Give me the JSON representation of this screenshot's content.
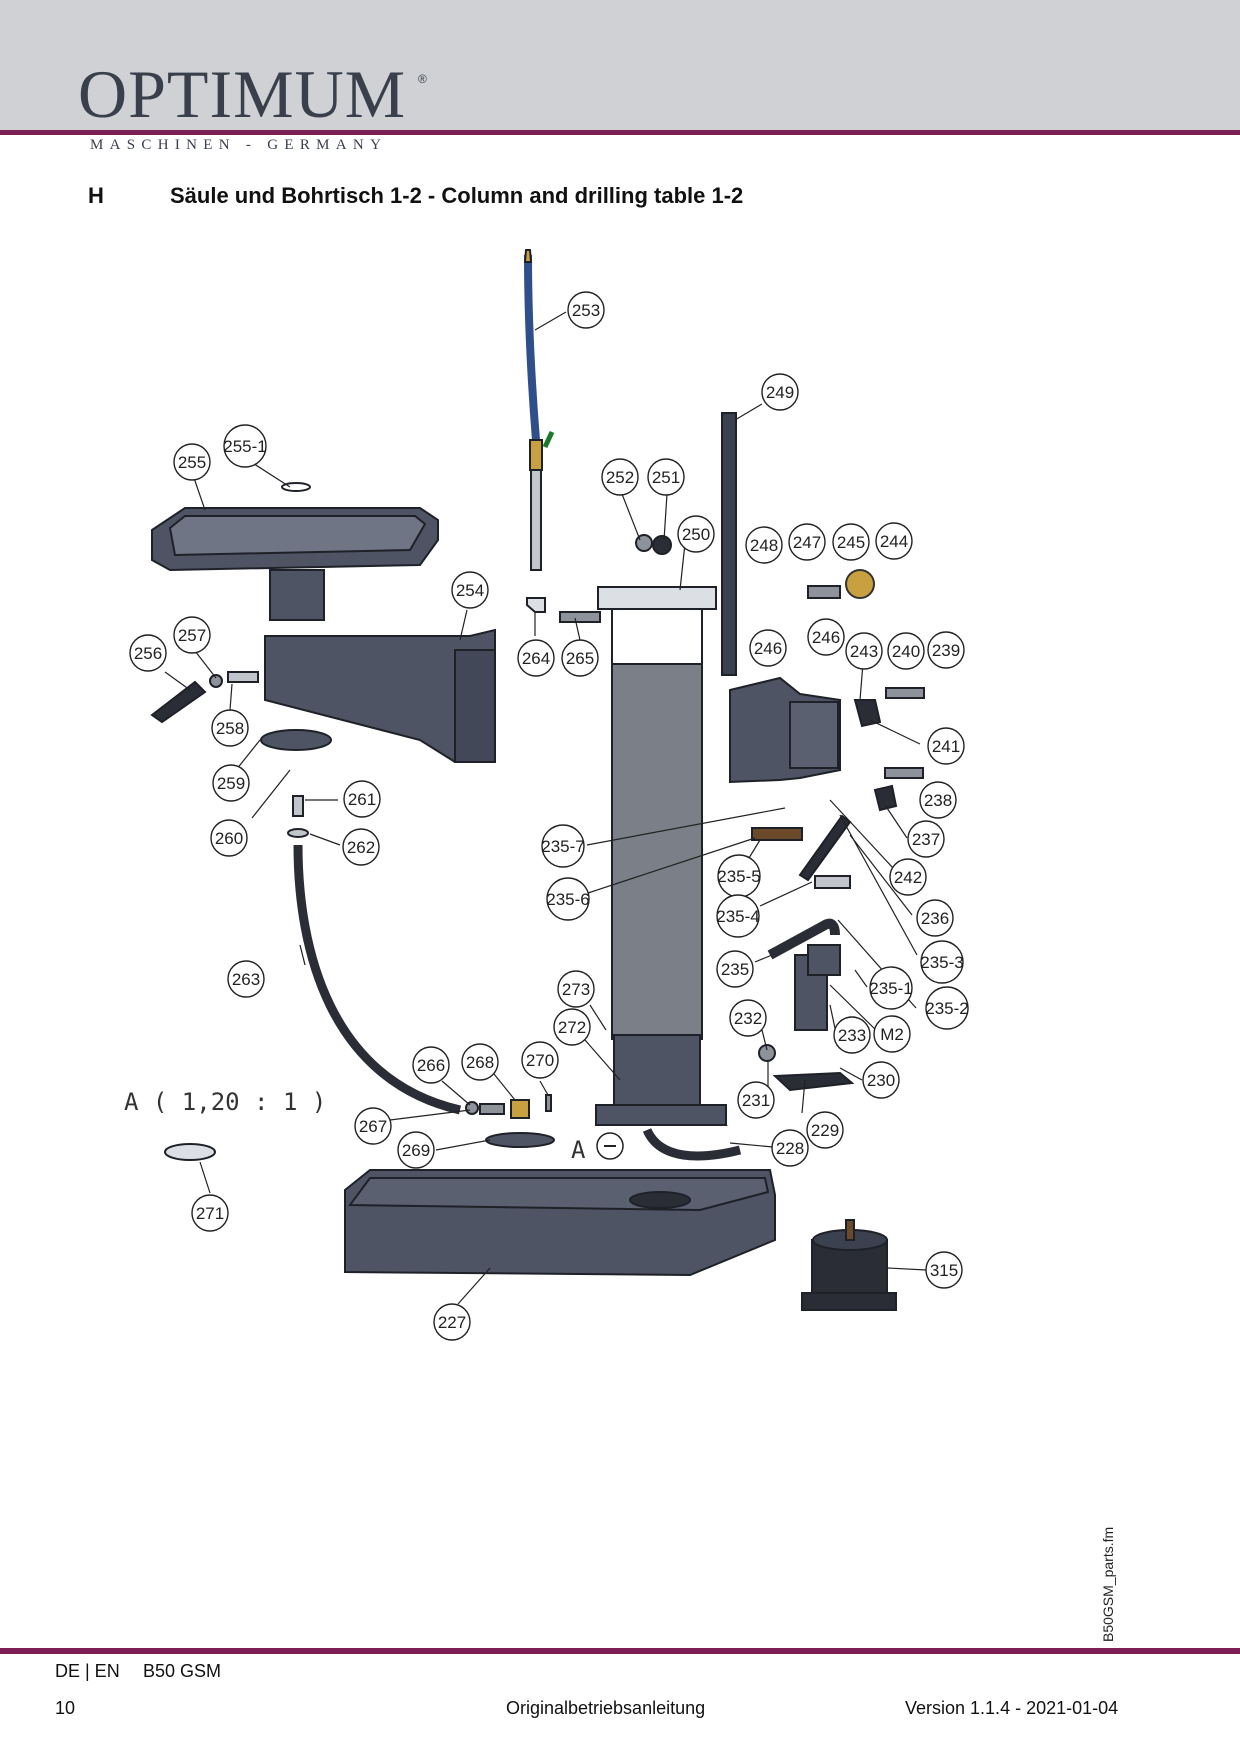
{
  "header": {
    "brand": "OPTIMUM",
    "registered_mark": "®",
    "tagline": "MASCHINEN - GERMANY",
    "accent_color": "#7d1f55",
    "band_color": "#cfd1d4"
  },
  "section": {
    "letter": "H",
    "title": "Säule und Bohrtisch 1-2 - Column and drilling table 1-2"
  },
  "diagram": {
    "detail_label": "A  ( 1,20 : 1 )",
    "detail_ref_letter": "A",
    "callouts": [
      "253",
      "249",
      "255-1",
      "255",
      "252",
      "251",
      "250",
      "248",
      "247",
      "245",
      "244",
      "254",
      "257",
      "256",
      "264",
      "265",
      "246",
      "246",
      "243",
      "240",
      "239",
      "258",
      "241",
      "259",
      "261",
      "238",
      "260",
      "262",
      "235-7",
      "237",
      "242",
      "235-5",
      "235-6",
      "236",
      "235-4",
      "235-3",
      "263",
      "235",
      "235-1",
      "273",
      "235-2",
      "232",
      "272",
      "233",
      "M2",
      "266",
      "268",
      "270",
      "230",
      "231",
      "267",
      "229",
      "269",
      "228",
      "271",
      "315",
      "227"
    ]
  },
  "footer": {
    "lang": "DE | EN",
    "model": "B50 GSM",
    "page": "10",
    "doc": "Originalbetriebsanleitung",
    "version": "Version 1.1.4 - 2021-01-04",
    "filename": "B50GSM_parts.fm"
  }
}
